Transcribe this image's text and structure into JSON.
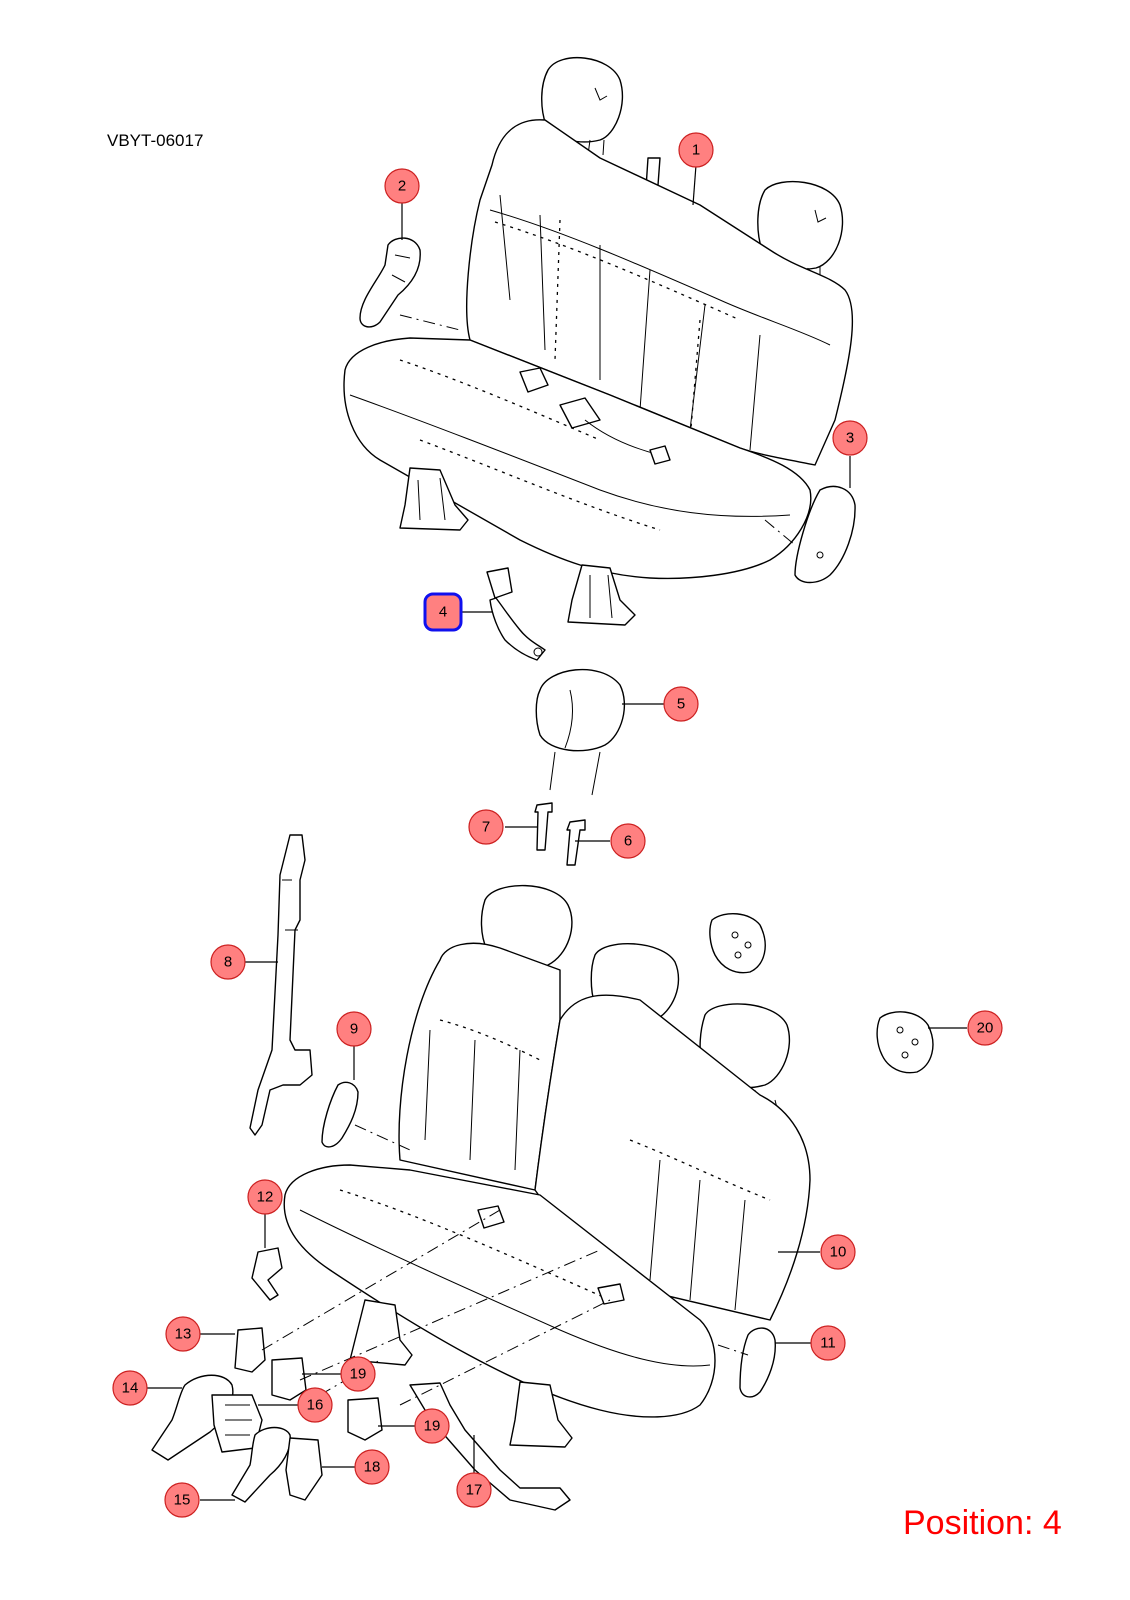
{
  "drawing_code": "VBYT-06017",
  "position_readout": "Position: 4",
  "selected_callout": "4",
  "selection_color": "#1010ee",
  "callout_color": "#ff8080",
  "callouts": [
    {
      "label": "1"
    },
    {
      "label": "2"
    },
    {
      "label": "3"
    },
    {
      "label": "4"
    },
    {
      "label": "5"
    },
    {
      "label": "6"
    },
    {
      "label": "7"
    },
    {
      "label": "8"
    },
    {
      "label": "9"
    },
    {
      "label": "10"
    },
    {
      "label": "11"
    },
    {
      "label": "12"
    },
    {
      "label": "13"
    },
    {
      "label": "14"
    },
    {
      "label": "15"
    },
    {
      "label": "16"
    },
    {
      "label": "17"
    },
    {
      "label": "18"
    },
    {
      "label": "19"
    },
    {
      "label": "19"
    },
    {
      "label": "20"
    }
  ]
}
